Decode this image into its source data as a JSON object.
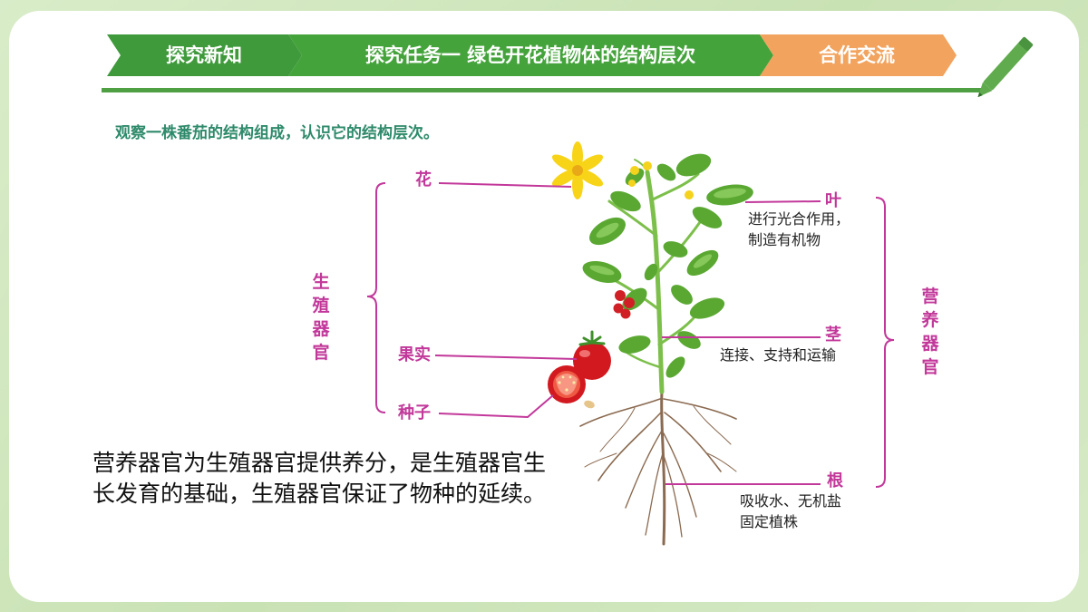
{
  "banner": {
    "tab1": "探究新知",
    "tab2": "探究任务一  绿色开花植物体的结构层次",
    "tab3": "合作交流",
    "colors": {
      "green": "#3f9a3c",
      "orange": "#f2a35e",
      "line": "#4ea043"
    }
  },
  "intro": "观察一株番茄的结构组成，认识它的结构层次。",
  "labels": {
    "flower": "花",
    "fruit": "果实",
    "seed": "种子",
    "leaf": "叶",
    "stem": "茎",
    "root": "根",
    "reproductive": "生殖器官",
    "vegetative": "营养器官"
  },
  "descriptions": {
    "leaf_line1": "进行光合作用，",
    "leaf_line2": "制造有机物",
    "stem": "连接、支持和运输",
    "root_line1": "吸收水、无机盐",
    "root_line2": "固定植株"
  },
  "summary": "营养器官为生殖器官提供养分，是生殖器官生长发育的基础，生殖器官保证了物种的延续。",
  "colors": {
    "label": "#c2389a",
    "intro": "#2e8a6a"
  }
}
